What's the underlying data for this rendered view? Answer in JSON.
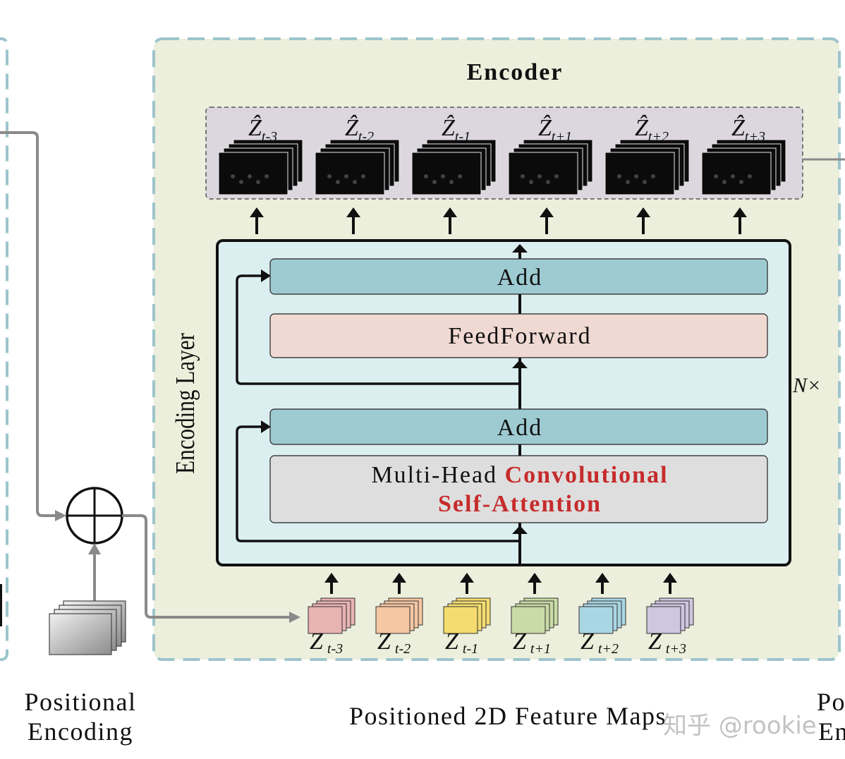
{
  "encoder": {
    "title": "Encoder",
    "layer_label": "Encoding Layer",
    "repeat_label": "N×",
    "blocks": {
      "add_top": "Add",
      "feedforward": "FeedForward",
      "add_bottom": "Add",
      "attention_line1_plain": "Multi-Head ",
      "attention_line1_red": "Convolutional",
      "attention_line2_red": "Self-Attention"
    },
    "outputs": [
      {
        "var": "Ẑ",
        "sub": "t-3"
      },
      {
        "var": "Ẑ",
        "sub": "t-2"
      },
      {
        "var": "Ẑ",
        "sub": "t-1"
      },
      {
        "var": "Ẑ",
        "sub": "t+1"
      },
      {
        "var": "Ẑ",
        "sub": "t+2"
      },
      {
        "var": "Ẑ",
        "sub": "t+3"
      }
    ],
    "inputs": [
      {
        "var": "Z",
        "sub": "t-3",
        "color": "#e8b3b3"
      },
      {
        "var": "Z",
        "sub": "t-2",
        "color": "#f6c7a3"
      },
      {
        "var": "Z",
        "sub": "t-1",
        "color": "#f5dc6e"
      },
      {
        "var": "Z",
        "sub": "t+1",
        "color": "#c9dba6"
      },
      {
        "var": "Z",
        "sub": "t+2",
        "color": "#a9d6e3"
      },
      {
        "var": "Z",
        "sub": "t+3",
        "color": "#cfc6e0"
      }
    ]
  },
  "labels": {
    "positional_line1": "Positional",
    "positional_line2": "Encoding",
    "feature_maps": "Positioned 2D Feature Maps",
    "right_cut_line1": "Po",
    "right_cut_line2": "En"
  },
  "watermark": "知乎 @rookie",
  "colors": {
    "encoder_bg": "#ecefdc",
    "encoder_border": "#9dc4cc",
    "layer_bg": "#dceff0",
    "add_fill": "#9ecbd2",
    "feedforward_fill": "#f0d9d3",
    "attention_fill": "#dedede",
    "outputs_bg": "#dcd6de",
    "accent_red": "#c62b2b"
  }
}
